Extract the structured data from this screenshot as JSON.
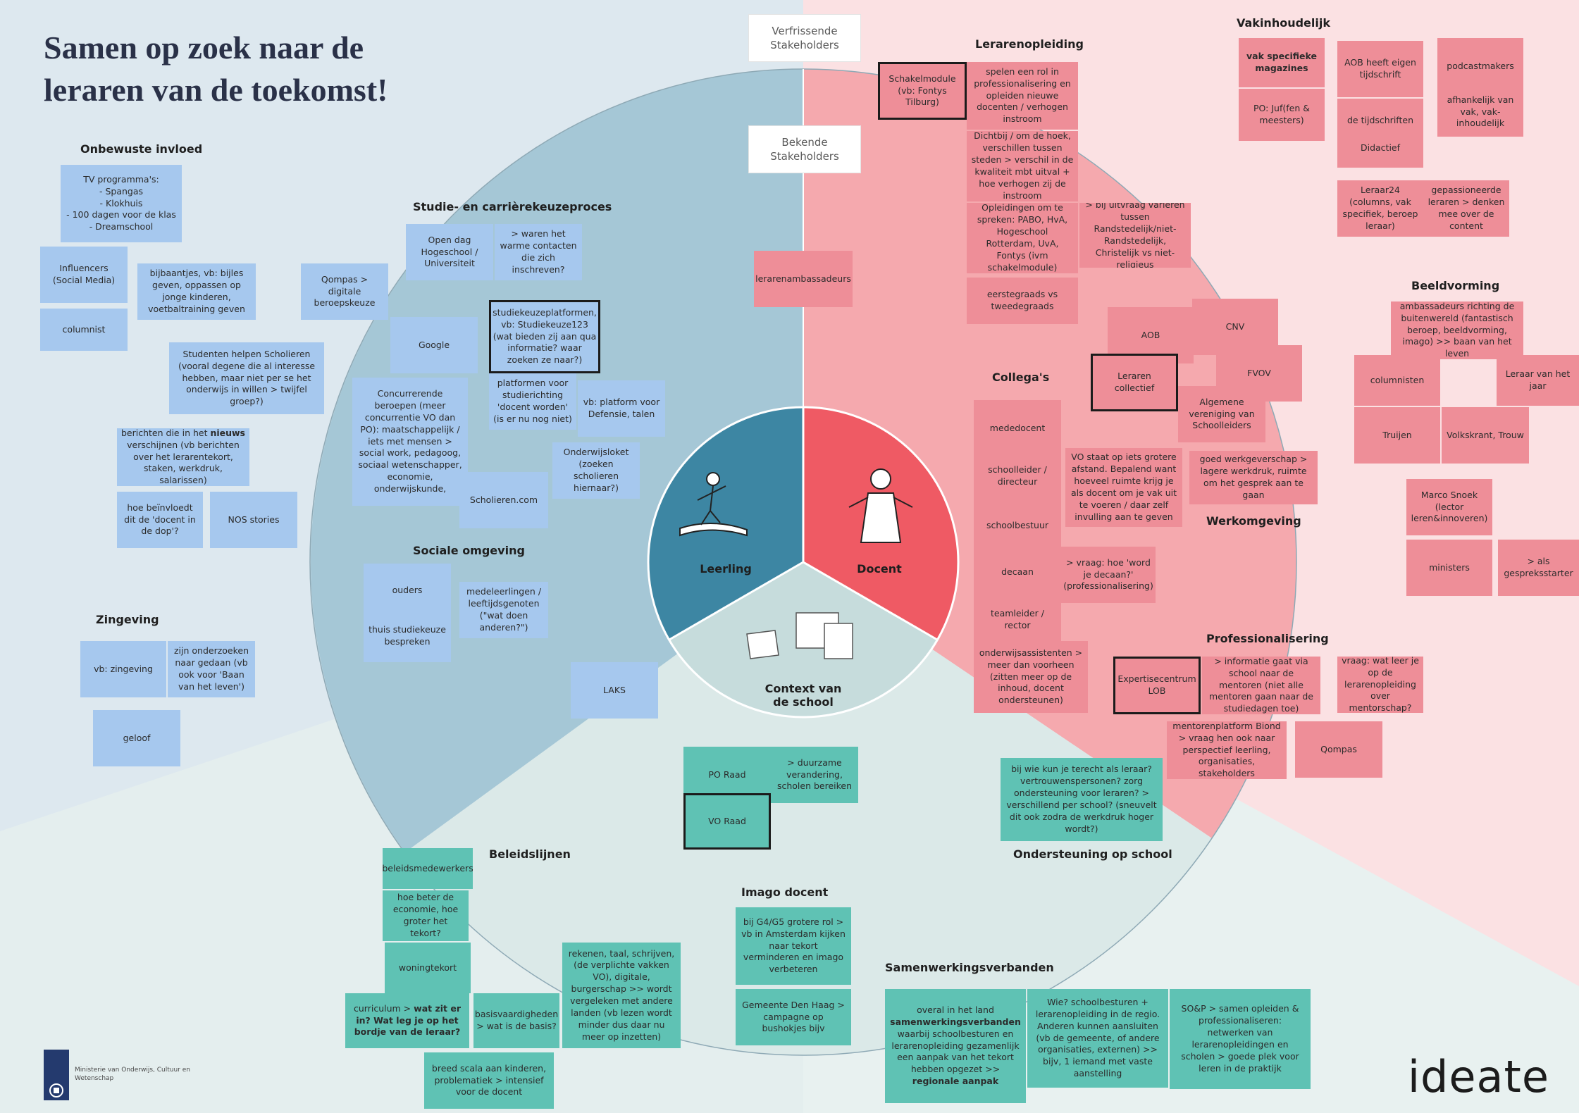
{
  "title": "Samen op zoek naar de\nleraren van de toekomst!",
  "core": {
    "leerling": "Leerling",
    "docent": "Docent",
    "context": "Context van\nde school"
  },
  "stakeholders": {
    "verfrissende": "Verfrissende\nStakeholders",
    "bekende": "Bekende\nStakeholders"
  },
  "sections": {
    "onbewuste_invloed": "Onbewuste invloed",
    "studie": "Studie- en carrièrekeuzeproces",
    "sociale_omgeving": "Sociale omgeving",
    "zingeving": "Zingeving",
    "lerarenopleiding": "Lerarenopleiding",
    "vakinhoudelijk": "Vakinhoudelijk",
    "beeldvorming": "Beeldvorming",
    "collegas": "Collega's",
    "werkomgeving": "Werkomgeving",
    "professionalisering": "Professionalisering",
    "ondersteuning": "Ondersteuning op school",
    "beleidslijnen": "Beleidslijnen",
    "imago": "Imago docent",
    "samenwerking": "Samenwerkingsverbanden"
  },
  "notes": {
    "tv": "TV programma's:\n- Spangas\n- Klokhuis\n- 100 dagen voor de klas\n- Dreamschool",
    "influencers": "Influencers (Social Media)",
    "bijbaantjes": "bijbaantjes, vb: bijles geven, oppassen op jonge kinderen, voetbaltraining geven",
    "columnist_b": "columnist",
    "studenten": "Studenten helpen Scholieren (vooral degene die al interesse hebben, maar niet per se het onderwijs in willen > twijfel groep?)",
    "berichten_pre": "berichten die in het ",
    "berichten_bold": "nieuws",
    "berichten_post": " verschijnen (vb berichten over het lerarentekort, staken, werkdruk, salarissen)",
    "hoe_beinvloedt": "hoe beïnvloedt dit de 'docent in de dop'?",
    "nos": "NOS stories",
    "vb_zingeving": "vb: zingeving",
    "zijn_onderzoeken": "zijn onderzoeken naar gedaan (vb ook voor 'Baan van het leven')",
    "geloof": "geloof",
    "open_dag": "Open dag Hogeschool / Universiteit",
    "warme_contacten": "> waren het warme contacten die zich inschreven?",
    "qompas_b": "Qompas > digitale beroepskeuze",
    "google": "Google",
    "studiekeuzeplatformen": "studiekeuzeplatformen, vb: Studiekeuze123 (wat bieden zij aan qua informatie? waar zoeken ze naar?)",
    "platformen": "platformen voor studierichting 'docent worden' (is er nu nog niet)",
    "defensie": "vb: platform voor Defensie, talen",
    "concurrerende": "Concurrerende beroepen (meer concurrentie VO dan PO): maatschappelijk / iets met mensen > social work, pedagoog, sociaal wetenschapper, economie, onderwijskunde,",
    "onderwijsloket": "Onderwijsloket (zoeken scholieren hiernaar?)",
    "scholieren": "Scholieren.com",
    "ouders": "ouders",
    "medeleerlingen": "medeleerlingen / leeftijdsgenoten (\"wat doen anderen?\")",
    "thuis": "thuis studiekeuze bespreken",
    "laks": "LAKS",
    "schakelmodule": "Schakelmodule (vb: Fontys Tilburg)",
    "spelen_rol": "spelen een rol in professionalisering en opleiden nieuwe docenten / verhogen instroom",
    "dichtbij": "Dichtbij / om de hoek, verschillen tussen steden > verschil in de kwaliteit mbt uitval + hoe verhogen zij de instroom",
    "opleidingen": "Opleidingen om te spreken: PABO, HvA, Hogeschool Rotterdam, UvA, Fontys (ivm schakelmodule)",
    "uitvraag": "> bij uitvraag varieren tussen Randstedelijk/niet-Randstedelijk, Christelijk vs niet-religieus",
    "eerstegraads": "eerstegraads vs tweedegraads",
    "lerarenambassadeurs": "lerarenambassadeurs",
    "vak_specifieke": "vak specifieke magazines",
    "po_juf": "PO: Juf(fen & meesters)",
    "aob_tijdschrift": "AOB heeft eigen tijdschrift",
    "tijdschriften_bonden": "de tijdschriften van de bonden",
    "didactief": "Didactief",
    "podcastmakers": "podcastmakers",
    "afhankelijk": "afhankelijk van vak, vak-inhoudelijk",
    "leraar24": "Leraar24 (columns, vak specifiek, beroep leraar)",
    "gepassioneerde": "gepassioneerde leraren > denken mee over de content",
    "ambassadeurs": "ambassadeurs richting de buitenwereld (fantastisch beroep, beeldvorming, imago) >> baan van het leven",
    "columnisten": "columnisten",
    "leraar_jaar": "Leraar van het jaar",
    "truijen": "Truijen",
    "volkskrant": "Volkskrant, Trouw",
    "marco": "Marco Snoek (lector leren&innoveren)",
    "ministers": "ministers",
    "gesprekstarter": "> als gespreksstarter",
    "aob": "AOB",
    "cnv": "CNV",
    "fvov": "FVOV",
    "leraren_collectief": "Leraren collectief",
    "algemene": "Algemene vereniging van Schoolleiders",
    "mededocent": "mededocent",
    "schoolleider": "schoolleider / directeur",
    "vo_staat": "VO staat op iets grotere afstand. Bepalend want hoeveel ruimte krijg je als docent om je vak uit te voeren / daar zelf invulling aan te geven",
    "goed_werkgever": "goed werkgeverschap > lagere werkdruk, ruimte om het gesprek aan te gaan",
    "schoolbestuur": "schoolbestuur",
    "decaan": "decaan",
    "vraag_decaan": "> vraag: hoe 'word je decaan?' (professionalisering)",
    "teamleider": "teamleider / rector",
    "onderwijsassistenten": "onderwijsassistenten > meer dan voorheen (zitten meer op de inhoud, docent ondersteunen)",
    "expertisecentrum": "Expertisecentrum LOB",
    "informatie_school": "> informatie gaat via school naar de mentoren (niet alle mentoren gaan naar de studiedagen toe)",
    "vraag_leer": "vraag: wat leer je op de lerarenopleiding over mentorschap?",
    "mentorenplatform": "mentorenplatform Biond > vraag hen ook naar perspectief leerling, organisaties, stakeholders",
    "qompas_p": "Qompas",
    "bij_wie": "bij wie kun je terecht als leraar? vertrouwenspersonen? zorg ondersteuning voor leraren? > verschillend per school? (sneuvelt dit ook zodra de werkdruk hoger wordt?)",
    "po_raad": "PO Raad",
    "duurzame": "> duurzame verandering, scholen bereiken",
    "vo_raad": "VO Raad",
    "beleidsmedewerkers": "beleidsmedewerkers",
    "hoe_beter": "hoe beter de economie, hoe groter het tekort?",
    "woningtekort": "woningtekort",
    "curriculum_pre": "curriculum > ",
    "curriculum_bold": "wat zit er in? Wat leg je op het bordje van de leraar?",
    "basisvaardigheden": "basisvaardigheden > wat is de basis?",
    "rekenen": "rekenen, taal, schrijven, (de verplichte vakken VO), digitale, burgerschap >> wordt vergeleken met andere landen (vb lezen wordt minder dus daar nu meer op inzetten)",
    "breed_scala": "breed scala aan kinderen, problematiek > intensief voor de docent",
    "g4g5": "bij G4/G5 grotere rol > vb in Amsterdam kijken naar tekort verminderen en imago verbeteren",
    "gemeente": "Gemeente Den Haag > campagne op bushokjes bijv",
    "overal_pre": "overal in het land ",
    "overal_bold1": "samenwerkingsverbanden",
    "overal_mid": " waarbij schoolbesturen en lerarenopleiding gezamenlijk een aanpak van het tekort hebben opgezet >> ",
    "overal_bold2": "regionale aanpak",
    "wie": "Wie? schoolbesturen + lerarenopleiding in de regio. Anderen kunnen aansluiten (vb de gemeente, of andere organisaties, externen) >> bijv, 1 iemand met vaste aanstelling",
    "soap": "SO&P > samen opleiden & professionaliseren: netwerken van lerarenopleidingen en scholen > goede plek voor leren in de praktijk"
  },
  "footer": {
    "ministry": "Ministerie van Onderwijs, Cultuur en Wetenschap",
    "logo": "ideate"
  },
  "colors": {
    "blue_bg": "#dde8ef",
    "pink_bg": "#fbe1e3",
    "blue_sector": "#a5c7d6",
    "pink_sector": "#f5a9ae",
    "core_blue": "#3d86a3",
    "core_red": "#ef5a64",
    "core_grey": "#c6dcdc",
    "note_blue": "#a6c8ee",
    "note_pink": "#ee8e98",
    "note_teal": "#5fc2b4"
  }
}
